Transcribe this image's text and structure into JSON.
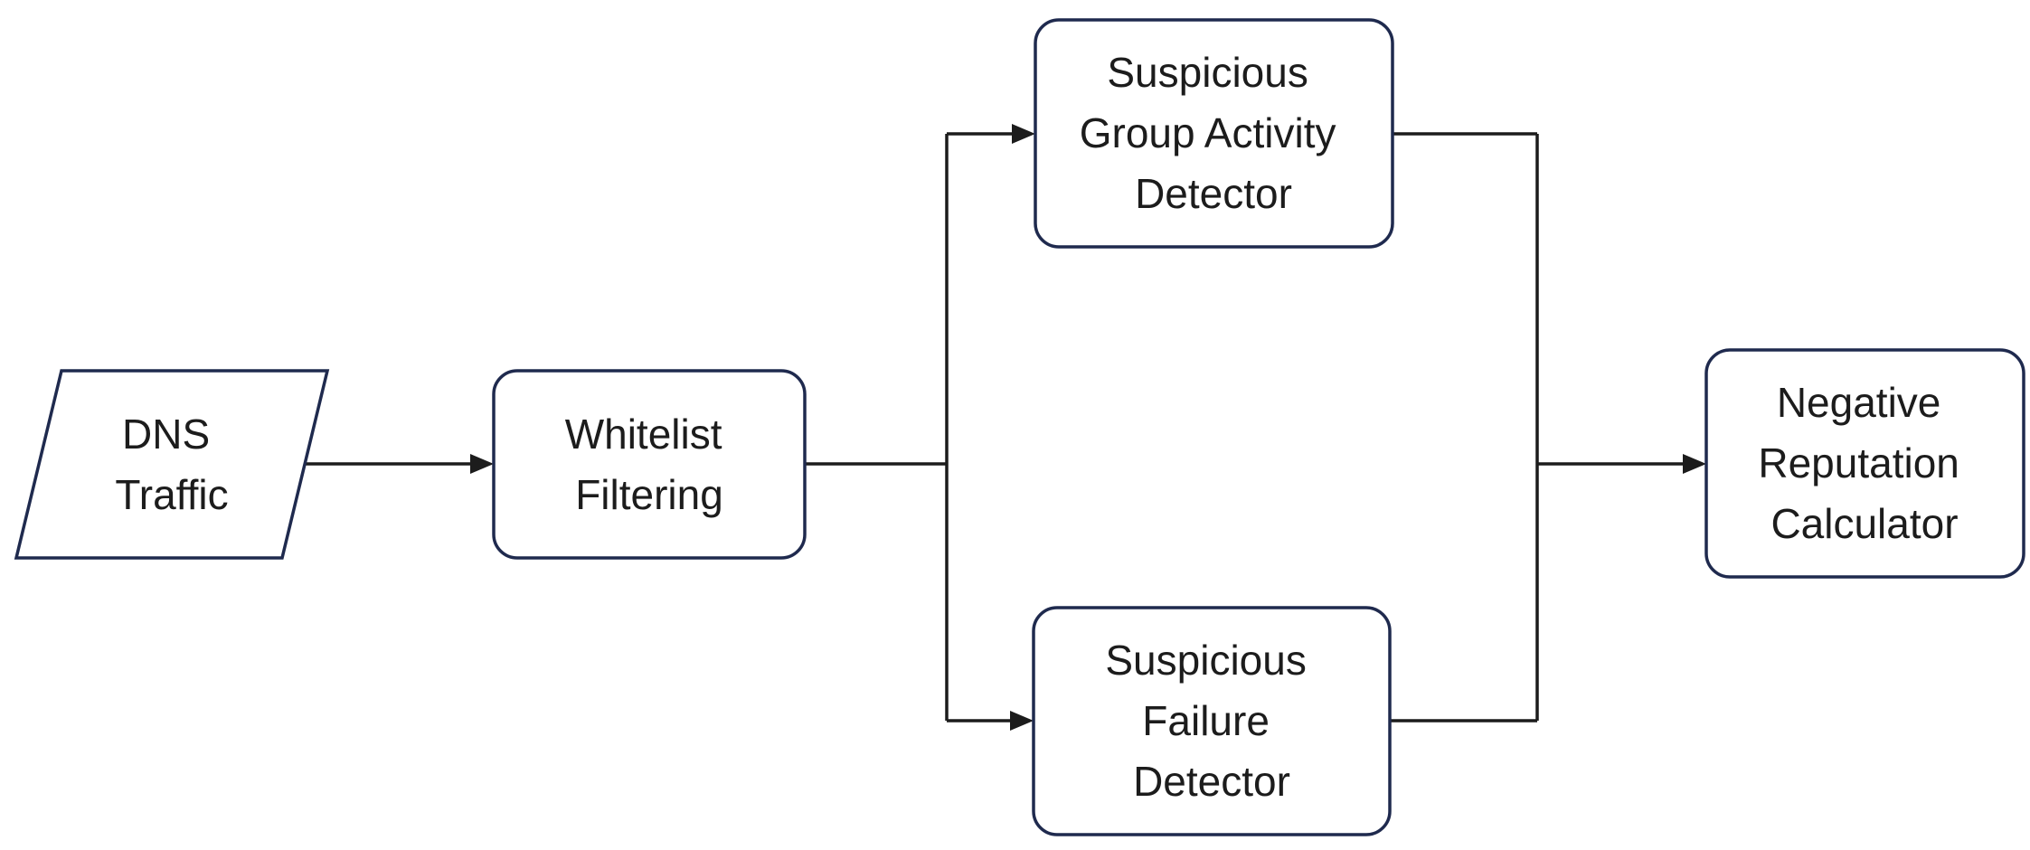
{
  "diagram": {
    "type": "flowchart",
    "colors": {
      "background": "#ffffff",
      "node-fill": "#ffffff",
      "node-border": "#1f2a4e",
      "edge": "#1c1c1c",
      "text": "#1c1c1c"
    },
    "nodes": {
      "dns_traffic": {
        "shape": "parallelogram",
        "lines": [
          "DNS",
          "Traffic"
        ]
      },
      "whitelist_filtering": {
        "shape": "rounded-rect",
        "lines": [
          "Whitelist",
          "Filtering"
        ]
      },
      "suspicious_group_activity_detector": {
        "shape": "rounded-rect",
        "lines": [
          "Suspicious",
          "Group Activity",
          "Detector"
        ]
      },
      "suspicious_failure_detector": {
        "shape": "rounded-rect",
        "lines": [
          "Suspicious",
          "Failure",
          "Detector"
        ]
      },
      "negative_reputation_calculator": {
        "shape": "rounded-rect",
        "lines": [
          "Negative",
          "Reputation",
          "Calculator"
        ]
      }
    },
    "edges": [
      {
        "from": "dns_traffic",
        "to": "whitelist_filtering",
        "arrow": true
      },
      {
        "from": "whitelist_filtering",
        "to": "suspicious_group_activity_detector",
        "arrow": true
      },
      {
        "from": "whitelist_filtering",
        "to": "suspicious_failure_detector",
        "arrow": true
      },
      {
        "from": "suspicious_group_activity_detector",
        "to": "negative_reputation_calculator",
        "arrow": true
      },
      {
        "from": "suspicious_failure_detector",
        "to": "negative_reputation_calculator",
        "arrow": true
      }
    ]
  }
}
